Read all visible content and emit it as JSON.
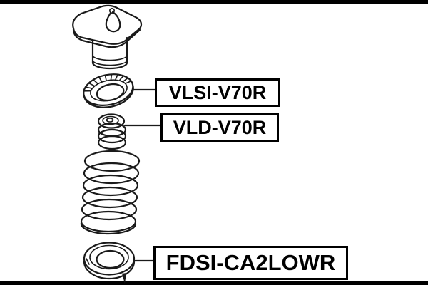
{
  "image": {
    "kind": "exploded-parts-diagram",
    "background": "#ffffff",
    "frame_bar_color": "#000000",
    "line_color": "#1a1a1a",
    "label_border_color": "#000000",
    "label_text_color": "#000000"
  },
  "diagram": {
    "labels": [
      {
        "part": "strut-mount-bearing",
        "text": "VLSI-V70R"
      },
      {
        "part": "bump-stop",
        "text": "VLD-V70R"
      },
      {
        "part": "lower-spring-seat",
        "text": "FDSI-CA2LOWR"
      }
    ],
    "unlabeled_parts": [
      "strut-mount",
      "coil-spring"
    ]
  }
}
